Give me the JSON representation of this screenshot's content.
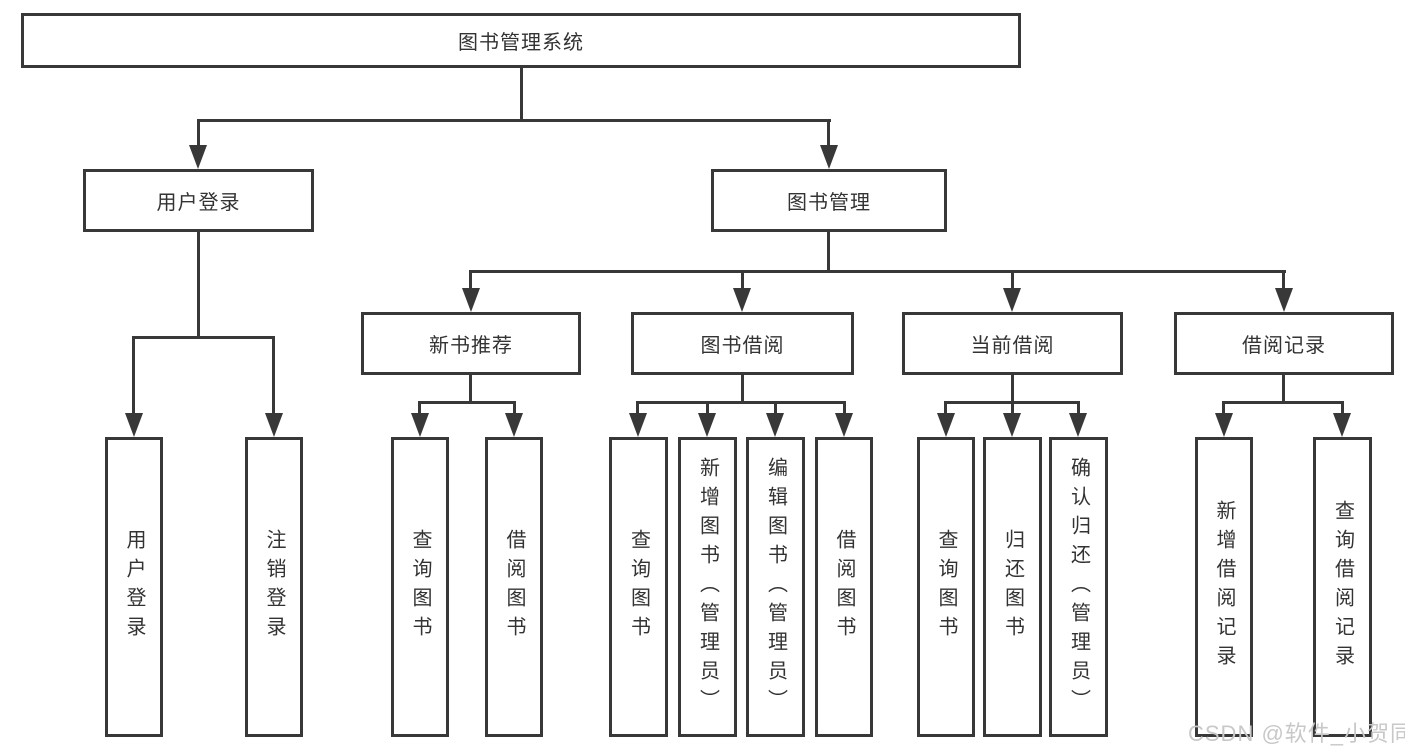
{
  "tree": {
    "root": "图书管理系统",
    "level2": [
      {
        "label": "用户登录",
        "children": [
          "用户登录",
          "注销登录"
        ]
      },
      {
        "label": "图书管理"
      }
    ],
    "level3": [
      {
        "label": "新书推荐",
        "children": [
          "查询图书",
          "借阅图书"
        ]
      },
      {
        "label": "图书借阅",
        "children": [
          "查询图书",
          "新增图书（管理员）",
          "编辑图书（管理员）",
          "借阅图书"
        ]
      },
      {
        "label": "当前借阅",
        "children": [
          "查询图书",
          "归还图书",
          "确认归还（管理员）"
        ]
      },
      {
        "label": "借阅记录",
        "children": [
          "新增借阅记录",
          "查询借阅记录"
        ]
      }
    ]
  },
  "watermark": {
    "text": "CSDN @软件_小贺同学"
  },
  "colors": {
    "line": "#383838",
    "text": "#333333",
    "watermark": "#c8c8c8",
    "background": "#ffffff"
  }
}
